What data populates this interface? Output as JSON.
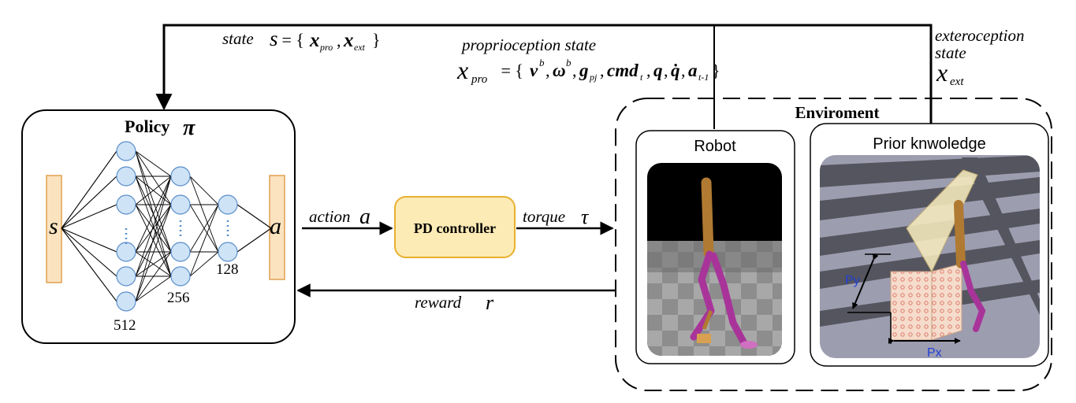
{
  "feedback": {
    "state_prefix": "state",
    "state_symbol": "s",
    "state_equals": " = {",
    "x_pro": "x",
    "pro_sub": "pro",
    "x_ext": "x",
    "ext_sub": "ext",
    "state_close": "}",
    "comma": ",",
    "proprio_title": "proprioception state",
    "proprio_x": "x",
    "proprio_x_sub": "pro",
    "proprio_equals": " = {",
    "v": "v",
    "v_sup": "b",
    "omega": "ω",
    "omega_sup": "b",
    "g": "g",
    "g_sub": "pj",
    "cmd": "cmd",
    "cmd_sub": "t",
    "q": "q",
    "qdot": "q̇",
    "a": "a",
    "a_sub": "t-1",
    "proprio_close": "}",
    "extero_line1": "exteroception",
    "extero_line2": "state",
    "extero_x": "x",
    "extero_x_sub": "ext"
  },
  "policy": {
    "title": "Policy",
    "pi": "π",
    "input_label": "s",
    "output_label": "a",
    "layer1_size": "512",
    "layer2_size": "256",
    "layer3_size": "128"
  },
  "action_label": "action",
  "action_symbol": "a",
  "pd_controller_label": "PD controller",
  "torque_label": "torque",
  "torque_symbol": "τ",
  "reward_label": "reward",
  "reward_symbol": "r",
  "environment": {
    "title": "Enviroment",
    "robot_label": "Robot",
    "prior_label": "Prior knwoledge",
    "px_label": "Px",
    "py_label": "Py"
  },
  "colors": {
    "node_fill": "#cfe3f7",
    "node_stroke": "#5b8fc9",
    "io_bar_fill": "#fbe3c0",
    "io_bar_stroke": "#e0a050",
    "pd_fill": "#fdebb5",
    "pd_stroke": "#e8b030",
    "dimension_label": "#1f3fd6"
  }
}
